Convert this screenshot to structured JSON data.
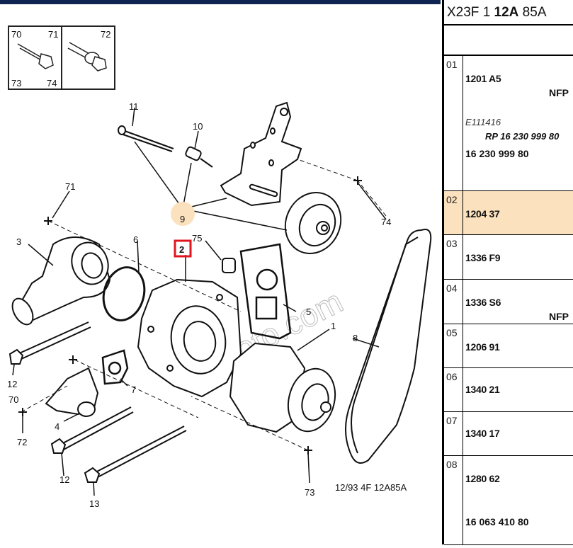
{
  "header": {
    "title_parts": [
      "X23F 1 ",
      "12A",
      " 85A"
    ]
  },
  "diagram": {
    "inset_labels": [
      "70",
      "71",
      "72",
      "73",
      "74"
    ],
    "callouts": {
      "c1": "1",
      "c2": "2",
      "c3": "3",
      "c4": "4",
      "c5": "5",
      "c6": "6",
      "c7": "7",
      "c8": "8",
      "c9": "9",
      "c10": "10",
      "c11": "11",
      "c12a": "12",
      "c12b": "12",
      "c13": "13",
      "c70": "70",
      "c71": "71",
      "c72": "72",
      "c73": "73",
      "c74": "74",
      "c75": "75"
    },
    "footer_code": "12/93 4F 12A85A",
    "watermark": "autoto.com",
    "highlight_color": "#fbe1bd",
    "selected_box_color": "#e0161e"
  },
  "parts": [
    {
      "num": "01",
      "ref": "1201 A5",
      "nfp": "NFP",
      "eref": "E111416",
      "rp": "RP 16 230 999 80",
      "sub": "16 230 999 80"
    },
    {
      "num": "02",
      "ref": "1204 37",
      "selected": true
    },
    {
      "num": "03",
      "ref": "1336 F9"
    },
    {
      "num": "04",
      "ref": "1336 S6",
      "nfp": "NFP"
    },
    {
      "num": "05",
      "ref": "1206 91"
    },
    {
      "num": "06",
      "ref": "1340 21"
    },
    {
      "num": "07",
      "ref": "1340 17"
    },
    {
      "num": "08",
      "ref": "1280 62",
      "sub": "16 063 410 80"
    }
  ]
}
